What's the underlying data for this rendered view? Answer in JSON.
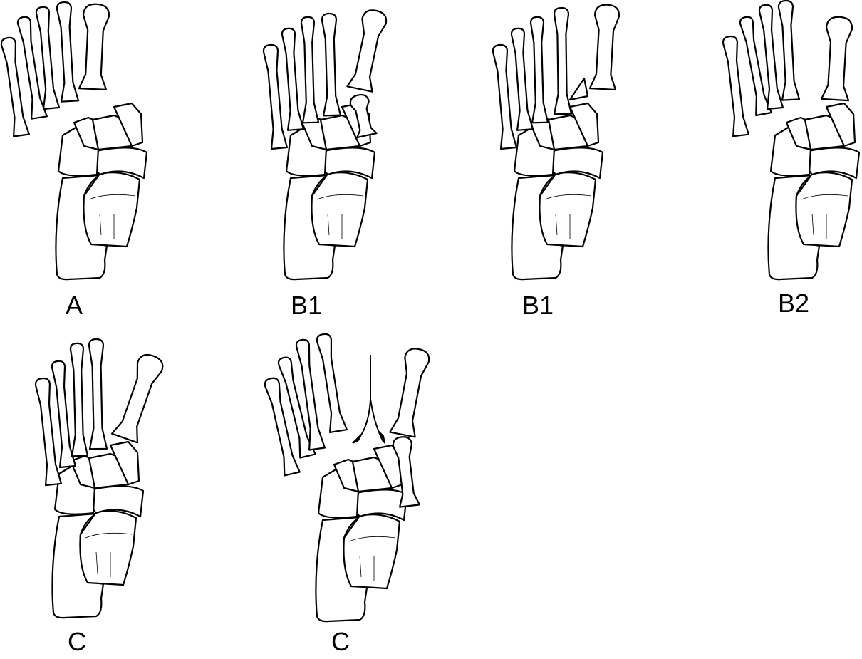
{
  "figure": {
    "panels": [
      {
        "label": "A",
        "description_icon": "foot-bones-normal"
      },
      {
        "label": "B1",
        "description_icon": "foot-bones-medial-displacement"
      },
      {
        "label": "B1",
        "description_icon": "foot-bones-first-ray-fracture"
      },
      {
        "label": "B2",
        "description_icon": "foot-bones-lateral-displacement"
      },
      {
        "label": "C",
        "description_icon": "foot-bones-total-incongruity"
      },
      {
        "label": "C",
        "description_icon": "foot-bones-divergent"
      }
    ],
    "colors": {
      "stroke": "#000000",
      "fill": "#ffffff"
    }
  }
}
